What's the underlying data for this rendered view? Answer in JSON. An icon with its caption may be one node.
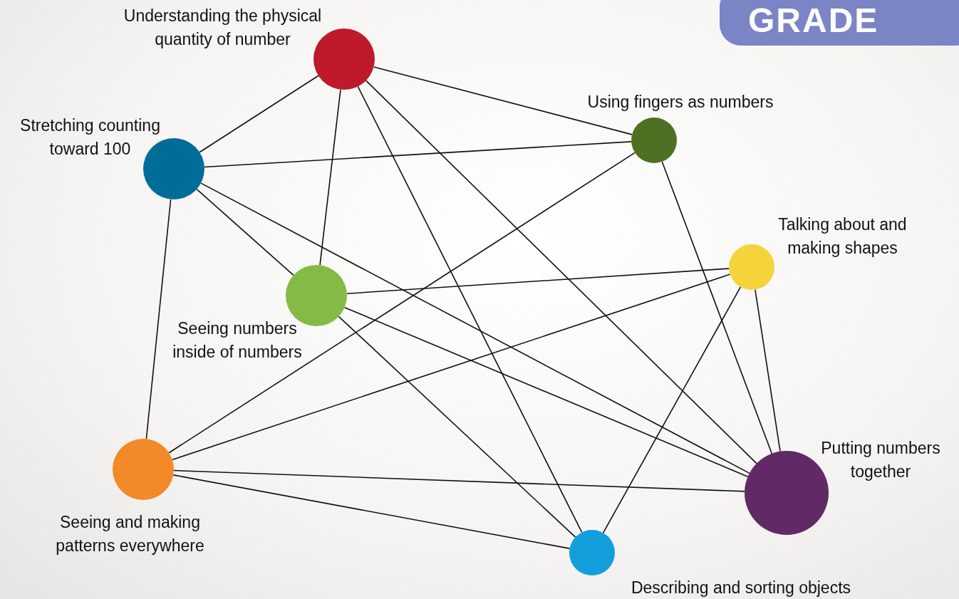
{
  "diagram": {
    "nodes": [
      {
        "text": [],
        "shape": "circle",
        "beside": [
          "Understanding the physical quantity of number"
        ]
      },
      {
        "text": [],
        "shape": "circle",
        "beside": [
          "Using fingers as numbers"
        ]
      },
      {
        "text": [],
        "shape": "circle",
        "beside": [
          "Stretching counting toward 100"
        ]
      },
      {
        "text": [],
        "shape": "circle",
        "beside": [
          "Talking about and making shapes"
        ]
      },
      {
        "text": [],
        "shape": "circle",
        "beside": [
          "Seeing numbers inside of numbers"
        ]
      },
      {
        "text": [],
        "shape": "circle",
        "beside": [
          "Seeing and making patterns everywhere"
        ]
      },
      {
        "text": [],
        "shape": "circle",
        "beside": [
          "Putting numbers together"
        ]
      },
      {
        "text": [],
        "shape": "circle",
        "beside": [
          "Describing and sorting objects"
        ]
      }
    ],
    "edges": [
      {
        "from": 0,
        "to": 2,
        "arrow": "none"
      },
      {
        "from": 0,
        "to": 1,
        "arrow": "none"
      },
      {
        "from": 0,
        "to": 4,
        "arrow": "none"
      },
      {
        "from": 0,
        "to": 7,
        "arrow": "none"
      },
      {
        "from": 0,
        "to": 6,
        "arrow": "none"
      },
      {
        "from": 2,
        "to": 1,
        "arrow": "none"
      },
      {
        "from": 2,
        "to": 5,
        "arrow": "none"
      },
      {
        "from": 2,
        "to": 4,
        "arrow": "none"
      },
      {
        "from": 2,
        "to": 6,
        "arrow": "none"
      },
      {
        "from": 1,
        "to": 5,
        "arrow": "none"
      },
      {
        "from": 1,
        "to": 6,
        "arrow": "none"
      },
      {
        "from": 3,
        "to": 4,
        "arrow": "none"
      },
      {
        "from": 3,
        "to": 5,
        "arrow": "none"
      },
      {
        "from": 3,
        "to": 7,
        "arrow": "none"
      },
      {
        "from": 3,
        "to": 6,
        "arrow": "none"
      },
      {
        "from": 4,
        "to": 6,
        "arrow": "none"
      },
      {
        "from": 4,
        "to": 7,
        "arrow": "none"
      },
      {
        "from": 5,
        "to": 6,
        "arrow": "none"
      },
      {
        "from": 5,
        "to": 7,
        "arrow": "none"
      }
    ],
    "labels": [
      "GRADE"
    ]
  }
}
